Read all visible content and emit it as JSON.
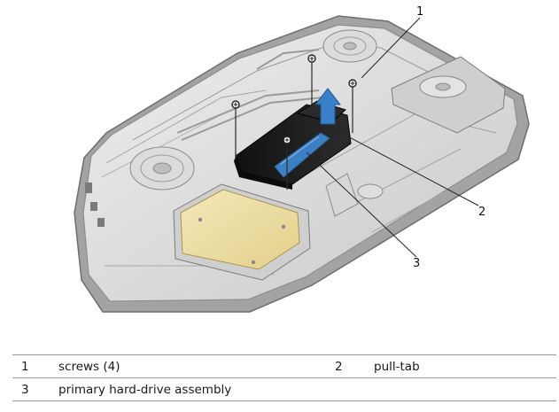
{
  "callouts": [
    {
      "number": "1",
      "label": "screws (4)"
    },
    {
      "number": "2",
      "label": "pull-tab"
    },
    {
      "number": "3",
      "label": "primary hard-drive assembly"
    }
  ],
  "colors": {
    "drive_body": "#1c1c1c",
    "pull_tab": "#3d7fc4",
    "arrow": "#3a7fc8",
    "secondary_drive": "#efe1a6",
    "chassis_outline": "#8d8d8d"
  }
}
